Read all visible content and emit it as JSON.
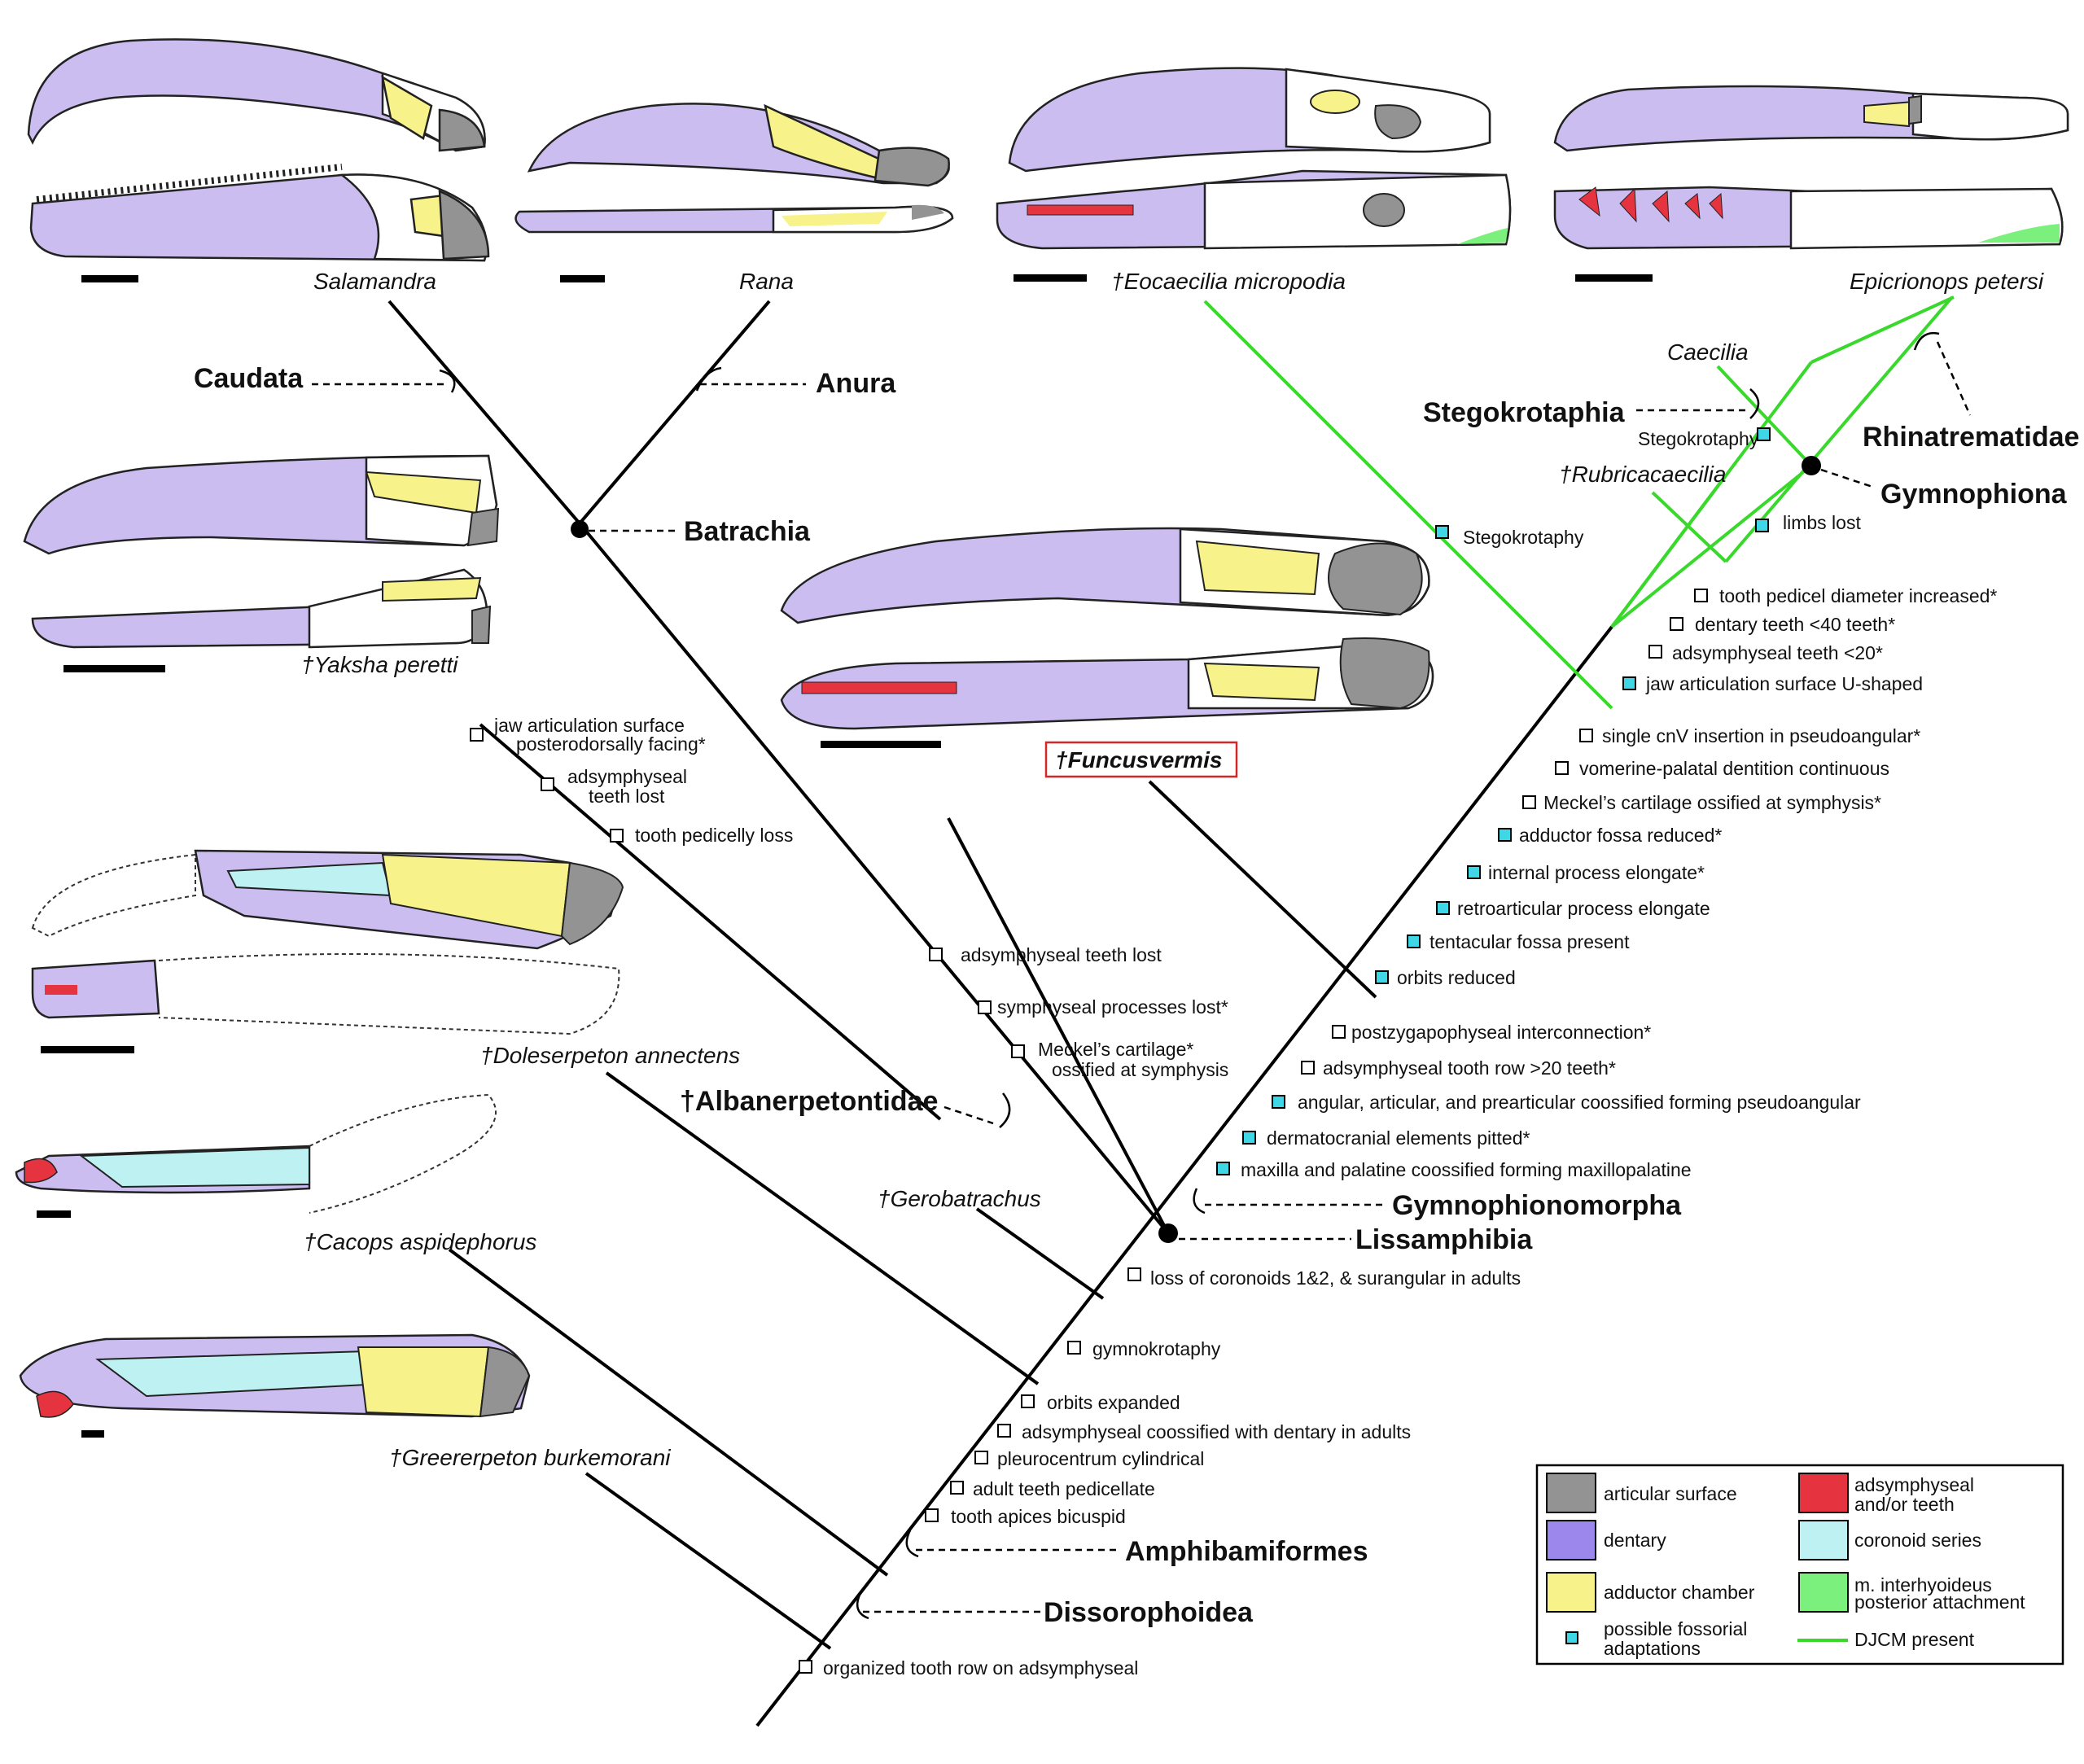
{
  "taxa": {
    "salamandra": "Salamandra",
    "rana": "Rana",
    "eocaecilia": "†Eocaecilia micropodia",
    "epicrionops": "Epicrionops petersi",
    "caecilia": "Caecilia",
    "rubricacaecilia": "†Rubricacaecilia",
    "yaksha": "†Yaksha peretti",
    "funcusvermis": "†Funcusvermis",
    "doleserpeton": "†Doleserpeton annectens",
    "gerobatrachus": "†Gerobatrachus",
    "cacops": "†Cacops aspidephorus",
    "greererpeton": "†Greererpeton burkemorani"
  },
  "clades": {
    "caudata": "Caudata",
    "anura": "Anura",
    "batrachia": "Batrachia",
    "stegokrotaphia": "Stegokrotaphia",
    "rhinatrematidae": "Rhinatrematidae",
    "gymnophiona": "Gymnophiona",
    "albanerpetontidae": "†Albanerpetontidae",
    "gymnophionomorpha": "Gymnophionomorpha",
    "lissamphibia": "Lissamphibia",
    "amphibamiformes": "Amphibamiformes",
    "dissorophoidea": "Dissorophoidea"
  },
  "characters": {
    "stegokrotaphy_top": "Stegokrotaphy",
    "stegokrotaphy_eo": "Stegokrotaphy",
    "limbs_lost": "limbs lost",
    "pedicel_diameter": "tooth pedicel diameter increased*",
    "dentary_40": "dentary teeth <40 teeth*",
    "adsym_20": "adsymphyseal teeth <20*",
    "jaw_u": "jaw articulation surface U-shaped",
    "cnv": "single cnV insertion in pseudoangular*",
    "vomerine": "vomerine-palatal dentition continuous",
    "meckel_sym": "Meckel’s cartilage ossified at symphysis*",
    "adductor_reduced": "adductor fossa reduced*",
    "internal_process": "internal process elongate*",
    "retroarticular": "retroarticular process elongate",
    "tentacular": "tentacular fossa present",
    "orbits_reduced": "orbits reduced",
    "postzyg": "postzygapophyseal interconnection*",
    "adsym_row": "adsymphyseal tooth row >20 teeth*",
    "angular": "angular, articular, and prearticular coossified forming pseudoangular",
    "pitted": "dermatocranial elements pitted*",
    "maxilla": "maxilla and palatine coossified forming maxillopalatine",
    "coronoids": "loss of coronoids 1&2, & surangular in adults",
    "gymnokrotaphy": "gymnokrotaphy",
    "orbits_expanded": "orbits expanded",
    "adsym_coossified": "adsymphyseal coossified with dentary in adults",
    "pleurocentrum": "pleurocentrum cylindrical",
    "pedicellate": "adult teeth pedicellate",
    "bicuspid": "tooth apices bicuspid",
    "organized": "organized tooth row on adsymphyseal",
    "yaksha_c1a": "jaw articulation surface",
    "yaksha_c1b": "posterodorsally facing*",
    "yaksha_c2a": "adsymphyseal",
    "yaksha_c2b": "teeth lost",
    "yaksha_c3": "tooth pedicelly loss",
    "bat_c1": "adsymphyseal teeth lost",
    "bat_c2": "symphyseal processes lost*",
    "bat_c3a": "Meckel’s cartilage*",
    "bat_c3b": "ossified at symphysis"
  },
  "legend": {
    "articular": "articular surface",
    "dentary": "dentary",
    "adductor": "adductor chamber",
    "fossorial_a": "possible fossorial",
    "fossorial_b": "adaptations",
    "adsym_a": "adsymphyseal",
    "adsym_b": "and/or teeth",
    "coronoid": "coronoid series",
    "interhyoideus_a": "m. interhyoideus",
    "interhyoideus_b": "posterior attachment",
    "djcm": "DJCM present"
  },
  "colors": {
    "articular": "#939393",
    "dentary": "#cbbdf0",
    "dentary_swatch": "#9c88ec",
    "adductor": "#f7f38a",
    "adsymphyseal": "#e5333f",
    "coronoid": "#bdf1f2",
    "interhyoideus": "#7cf07c",
    "djcm": "#39d92c",
    "fossorial": "#3fd6e6",
    "funcus_box": "#d62728"
  }
}
